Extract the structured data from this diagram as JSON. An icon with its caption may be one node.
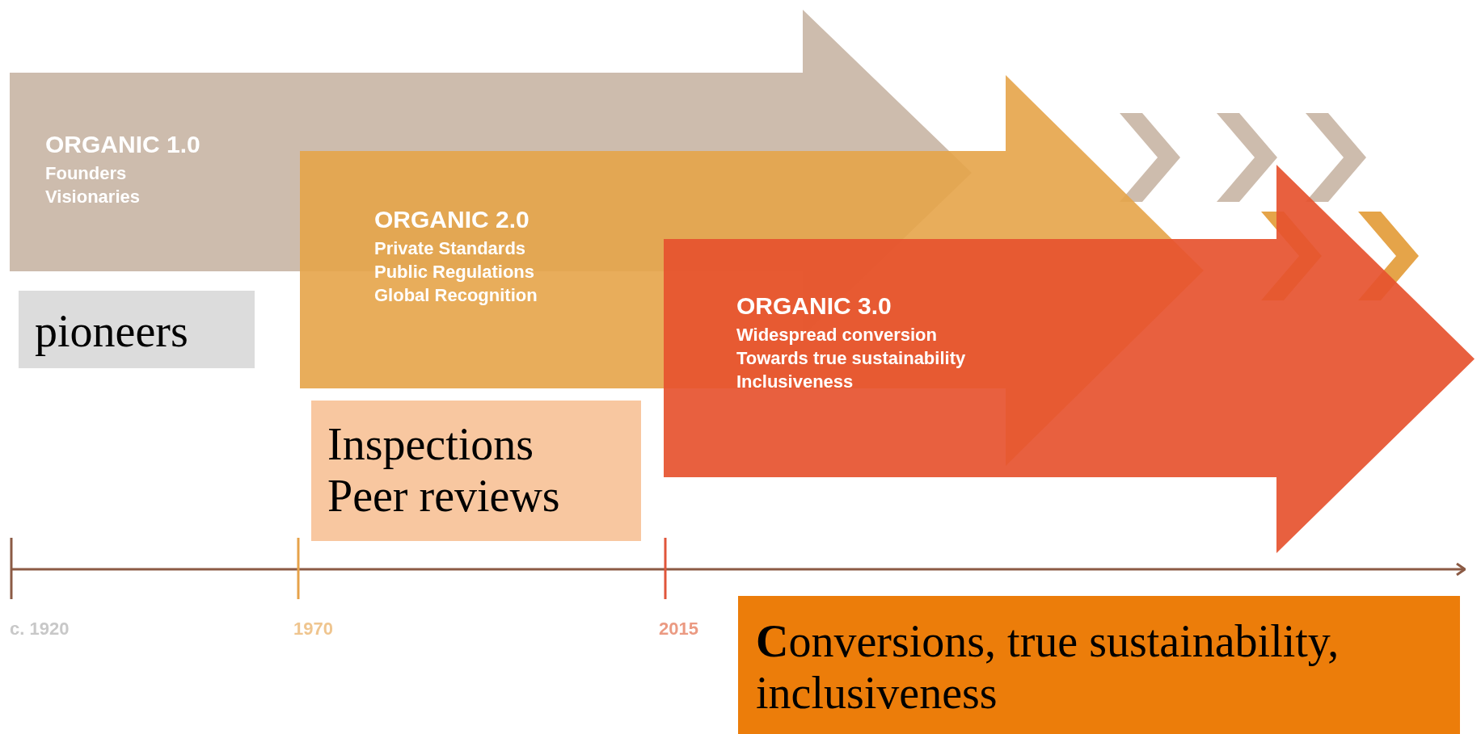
{
  "diagram": {
    "nodes": [
      {
        "text": [
          "ORGANIC 1.0",
          "Founders Visionaries"
        ]
      },
      {
        "text": [
          "ORGANIC 2.0",
          "Private Standards Public Regulations Global Recognition"
        ]
      },
      {
        "text": [
          "ORGANIC 3.0",
          "Widespread conversion Towards true sustainability Inclusiveness"
        ]
      },
      {
        "text": [
          "pioneers"
        ]
      },
      {
        "text": [
          "Inspections Peer reviews"
        ]
      },
      {
        "text": [
          "**C**onversions, true sustainability, inclusiveness"
        ]
      }
    ],
    "labels": [
      "c. 1920",
      "1970",
      "2015"
    ]
  }
}
